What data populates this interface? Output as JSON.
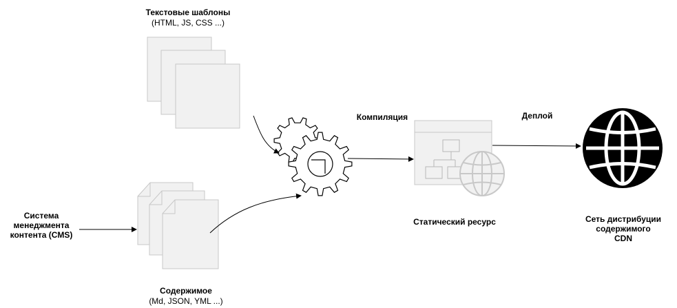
{
  "templates": {
    "title": "Текстовые шаблоны",
    "subtitle": "(HTML, JS, CSS ...)"
  },
  "cms": {
    "line1": "Система",
    "line2": "менеджмента",
    "line3": "контента (CMS)"
  },
  "content": {
    "title": "Содержимое",
    "subtitle": "(Md, JSON, YML ...)"
  },
  "steps": {
    "compile": "Компиляция",
    "deploy": "Деплой"
  },
  "static_resource": "Статический ресурс",
  "cdn": {
    "line1": "Сеть дистрибуции",
    "line2": "содержимого",
    "line3": "CDN"
  }
}
